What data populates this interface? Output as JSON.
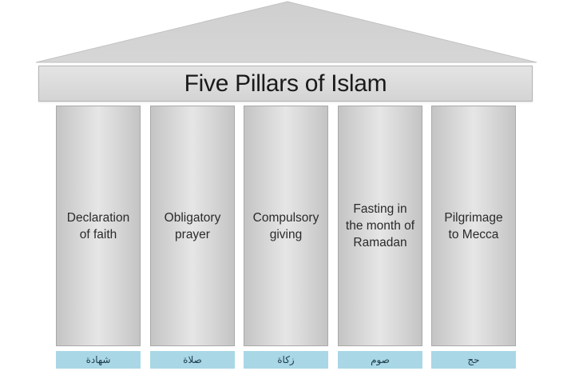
{
  "title": "Five Pillars of Islam",
  "colors": {
    "roof": "#d2d2d2",
    "pillar": "#dcdcdc",
    "base": "#a9d7e6",
    "text": "#1a1a1a"
  },
  "pillars": [
    {
      "label": "Declaration\nof faith",
      "arabic": "شهادة"
    },
    {
      "label": "Obligatory\nprayer",
      "arabic": "صلاة"
    },
    {
      "label": "Compulsory\ngiving",
      "arabic": "زكاة"
    },
    {
      "label": "Fasting in\nthe month of\nRamadan",
      "arabic": "صوم"
    },
    {
      "label": "Pilgrimage\nto Mecca",
      "arabic": "حج"
    }
  ]
}
